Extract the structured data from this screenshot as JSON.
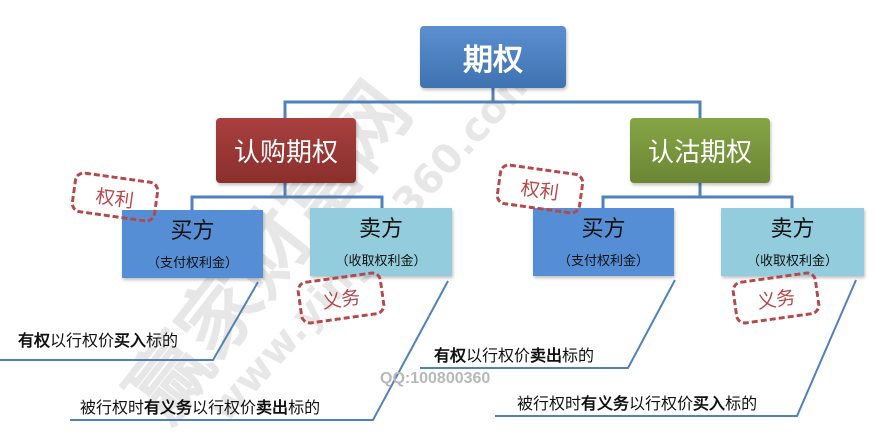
{
  "root": {
    "label": "期权",
    "color": "#4f81bd"
  },
  "call": {
    "label": "认购期权",
    "color": "#953735",
    "buyer": {
      "title": "买方",
      "subtitle": "（支付权利金）",
      "tag": "权利"
    },
    "seller": {
      "title": "卖方",
      "subtitle": "（收取权利金）",
      "tag": "义务"
    },
    "buyer_note": [
      "有权",
      "以行权价",
      "买入",
      "标的"
    ],
    "seller_note": [
      "被行权时",
      "有义务",
      "以行权价",
      "卖出",
      "标的"
    ]
  },
  "put": {
    "label": "认沽期权",
    "color": "#77933c",
    "buyer": {
      "title": "买方",
      "subtitle": "（支付权利金）",
      "tag": "权利"
    },
    "seller": {
      "title": "卖方",
      "subtitle": "（收取权利金）",
      "tag": "义务"
    },
    "buyer_note": [
      "有权",
      "以行权价",
      "卖出",
      "标的"
    ],
    "seller_note": [
      "被行权时",
      "有义务",
      "以行权价",
      "买入",
      "标的"
    ]
  },
  "colors": {
    "buyer": "#558ed5",
    "seller": "#93cddd",
    "connector": "#4f81bd",
    "tag": "#b5484b"
  },
  "watermark": {
    "qq": "QQ:100800360",
    "site": "www.yingjia360.com",
    "brand": "赢家财富网"
  }
}
